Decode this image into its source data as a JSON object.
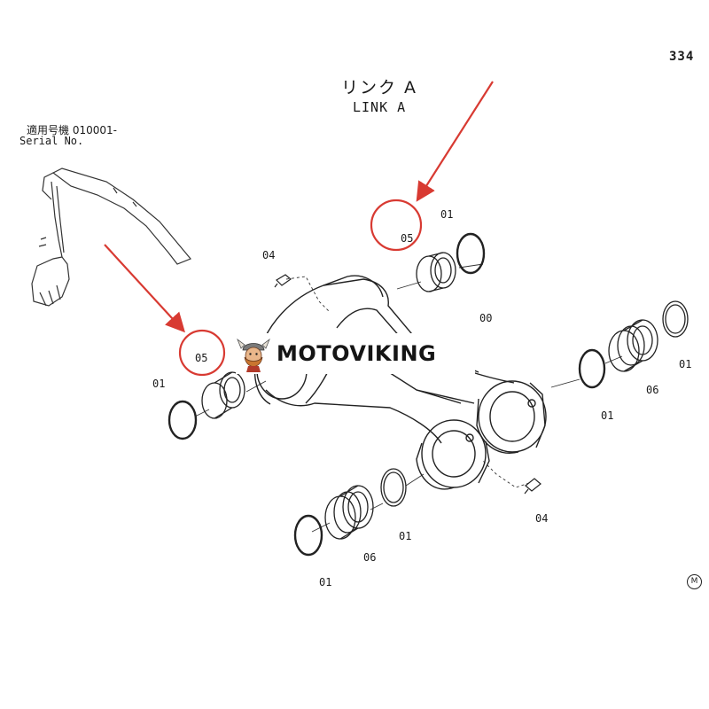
{
  "page_number": "334",
  "title_jp": "リンク A",
  "title_en": "LINK A",
  "serial_label_jp": "適用号機 010001-",
  "serial_label_en": "Serial No.",
  "watermark": "MOTOVIKING",
  "registered_mark": "M",
  "part_labels": {
    "p00": "00",
    "p01_top": "01",
    "p01_left": "01",
    "p01_right_mid": "01",
    "p01_right_far": "01",
    "p01_bottom_mid": "01",
    "p01_bottom": "01",
    "p04_top": "04",
    "p04_bottom": "04",
    "p05_top": "05",
    "p05_left": "05",
    "p06_right": "06",
    "p06_bottom": "06"
  },
  "highlight_color": "#d83a32",
  "line_color": "#2a2a2a"
}
